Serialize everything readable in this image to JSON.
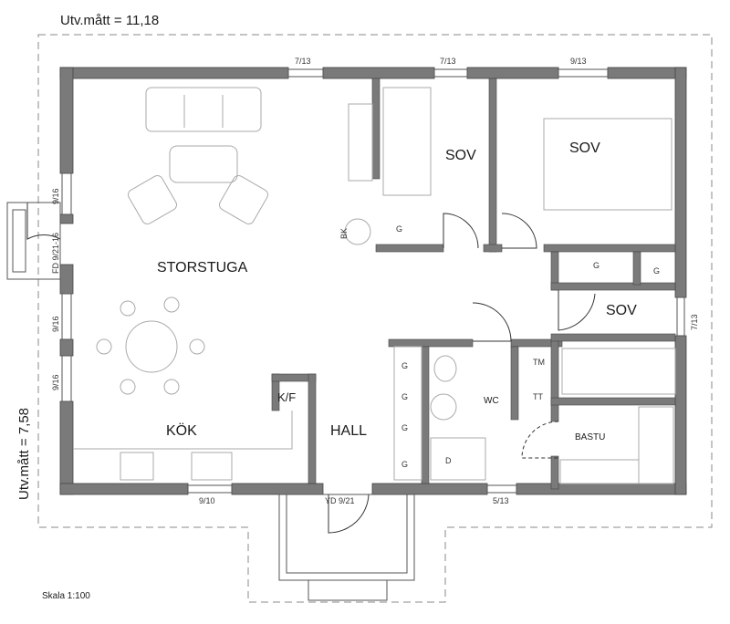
{
  "header": {
    "width_label": "Utv.mått = 11,18"
  },
  "side": {
    "height_label": "Utv.mått = 7,58"
  },
  "footer": {
    "scale_label": "Skala 1:100"
  },
  "rooms": {
    "storstuga": "STORSTUGA",
    "sov1": "SOV",
    "sov2": "SOV",
    "sov3": "SOV",
    "kok": "KÖK",
    "hall": "HALL",
    "wc": "WC",
    "bastu": "BASTU",
    "kf": "K/F"
  },
  "windows": {
    "top1": "7/13",
    "top2": "7/13",
    "top3": "9/13",
    "left1": "9/16",
    "left_door": "FD 9/21-16",
    "left2": "9/16",
    "left3": "9/16",
    "right1": "7/13",
    "bottom1": "9/10",
    "bottom_door": "YD 9/21",
    "bottom2": "5/13"
  },
  "fixtures": {
    "g": "G",
    "bk": "BK",
    "tm": "TM",
    "tt": "TT",
    "d": "D"
  }
}
